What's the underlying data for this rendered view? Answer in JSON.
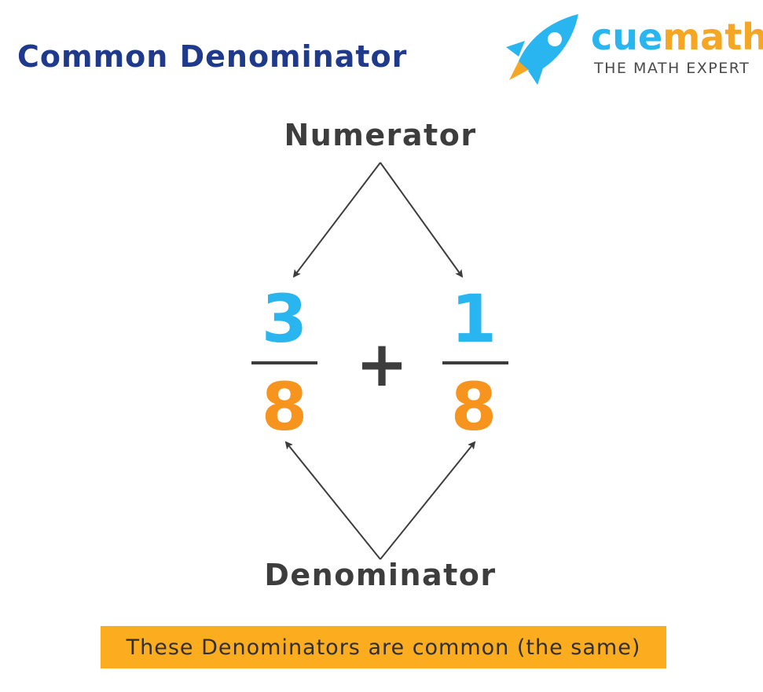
{
  "title": "Common Denominator",
  "logo": {
    "brand_cue": "cue",
    "brand_math": "math",
    "tagline": "THE MATH EXPERT",
    "icon": "rocket-icon"
  },
  "labels": {
    "numerator": "Numerator",
    "denominator": "Denominator"
  },
  "expression": {
    "fraction1": {
      "numerator": "3",
      "denominator": "8"
    },
    "operator": "+",
    "fraction2": {
      "numerator": "1",
      "denominator": "8"
    }
  },
  "note": "These Denominators are common (the same)",
  "colors": {
    "title": "#1f3a8a",
    "numerator": "#29b6f0",
    "denominator": "#f7941d",
    "note_background": "#fbac1f",
    "text_dark": "#3d3d3d"
  }
}
